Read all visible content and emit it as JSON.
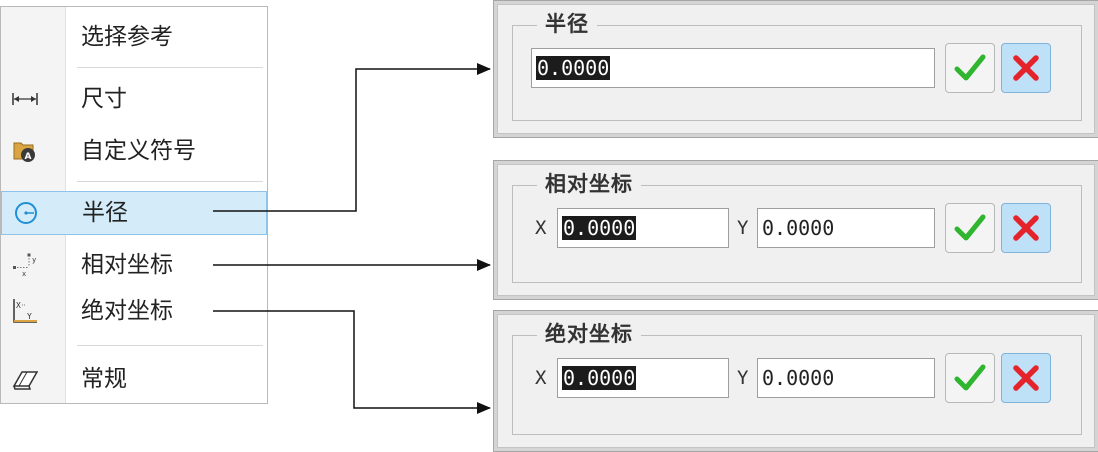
{
  "menu": {
    "items": [
      {
        "label": "选择参考",
        "icon": "none"
      },
      {
        "label": "尺寸",
        "icon": "dimension-icon"
      },
      {
        "label": "自定义符号",
        "icon": "custom-symbol-icon"
      },
      {
        "label": "半径",
        "icon": "radius-icon",
        "selected": true
      },
      {
        "label": "相对坐标",
        "icon": "relative-coordinate-icon"
      },
      {
        "label": "绝对坐标",
        "icon": "absolute-coordinate-icon"
      },
      {
        "label": "常规",
        "icon": "general-eraser-icon"
      }
    ]
  },
  "dialogs": {
    "radius": {
      "title": "半径",
      "value_selected": "0.0000",
      "value_rest": ""
    },
    "relative": {
      "title": "相对坐标",
      "x_label": "X",
      "x_value": "0.0000",
      "y_label": "Y",
      "y_value": "0.0000"
    },
    "absolute": {
      "title": "绝对坐标",
      "x_label": "X",
      "x_value": "0.0000",
      "y_label": "Y",
      "y_value": "0.0000"
    }
  },
  "colors": {
    "selection_bg": "#d4ecfa",
    "ok_check": "#2fb52f",
    "cancel_x": "#e4232a"
  }
}
